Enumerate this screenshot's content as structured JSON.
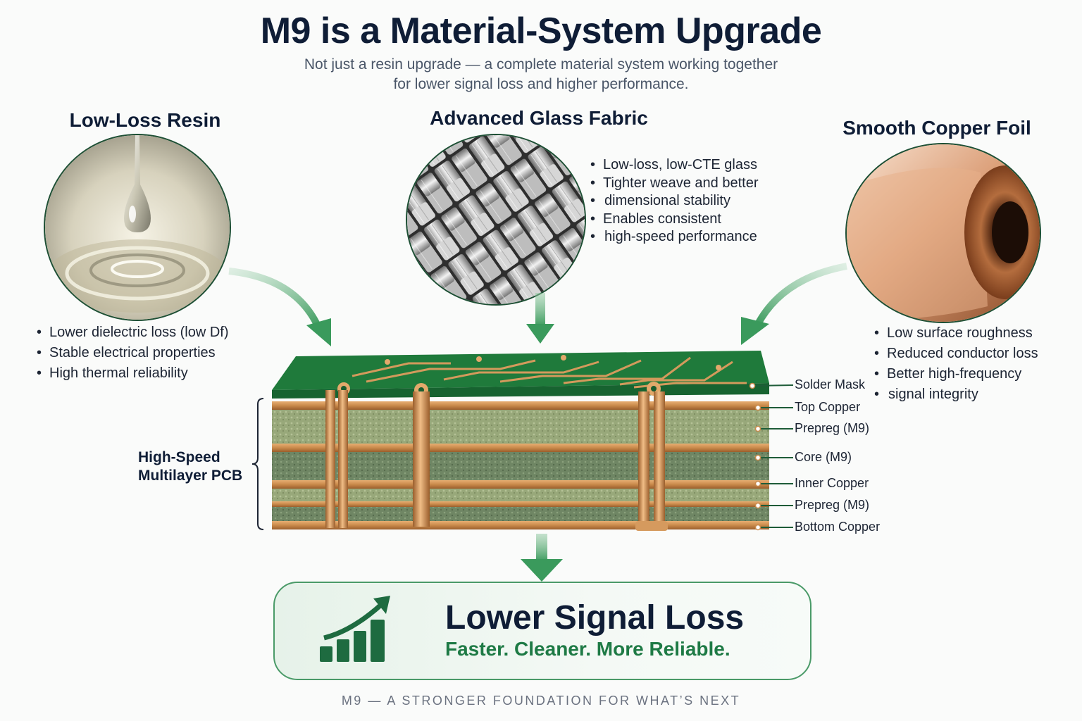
{
  "header": {
    "title": "M9 is a Material-System Upgrade",
    "subtitle_line1": "Not just a resin upgrade — a complete material system working together",
    "subtitle_line2": "for lower signal loss and higher performance."
  },
  "resin": {
    "title": "Low-Loss Resin",
    "bullets": [
      "Lower dielectric loss (low Df)",
      "Stable electrical properties",
      "High thermal reliability"
    ]
  },
  "glass": {
    "title": "Advanced Glass Fabric",
    "bullets": [
      "Low-loss, low-CTE glass",
      "Tighter weave and better",
      "dimensional stability",
      "Enables consistent",
      "high-speed performance"
    ]
  },
  "copper": {
    "title": "Smooth Copper Foil",
    "bullets": [
      "Low surface roughness",
      "Reduced conductor loss",
      "Better high-frequency",
      "signal integrity"
    ]
  },
  "pcb": {
    "side_label_line1": "High-Speed",
    "side_label_line2": "Multilayer PCB",
    "layers": [
      "Solder Mask",
      "Top Copper",
      "Prepreg (M9)",
      "Core (M9)",
      "Inner Copper",
      "Prepreg (M9)",
      "Bottom Copper"
    ]
  },
  "result": {
    "title": "Lower Signal Loss",
    "subtitle": "Faster. Cleaner. More Reliable."
  },
  "footer": "M9 — A STRONGER FOUNDATION FOR WHAT’S NEXT",
  "colors": {
    "accent_green": "#3f9a5f",
    "dark_green": "#1e6b40",
    "copper": "#c98a4b",
    "solder_mask": "#1f7a3b",
    "navy": "#0f1d36"
  }
}
